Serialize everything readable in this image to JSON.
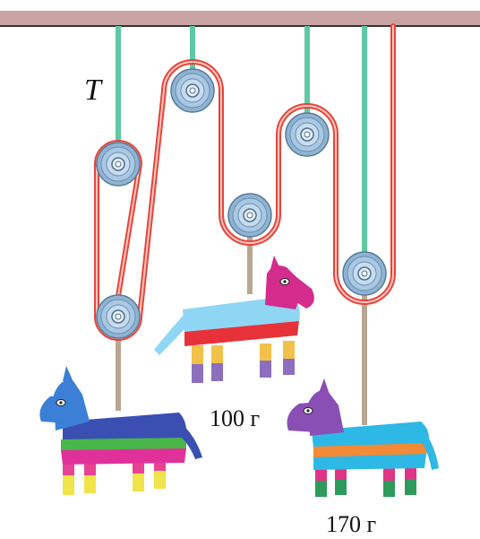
{
  "labels": {
    "tension": "T",
    "mass_middle": "100 г",
    "mass_right": "170 г"
  },
  "colors": {
    "ceiling": "#c9a3a3",
    "rope_green": "#5fc9a4",
    "rope_red": "#e8443a",
    "pulley": "#9fc0dc",
    "hanger": "#b9a692"
  },
  "icons": [
    "pulley",
    "pinata-horse-blue",
    "pinata-horse-light-blue",
    "pinata-horse-purple"
  ]
}
